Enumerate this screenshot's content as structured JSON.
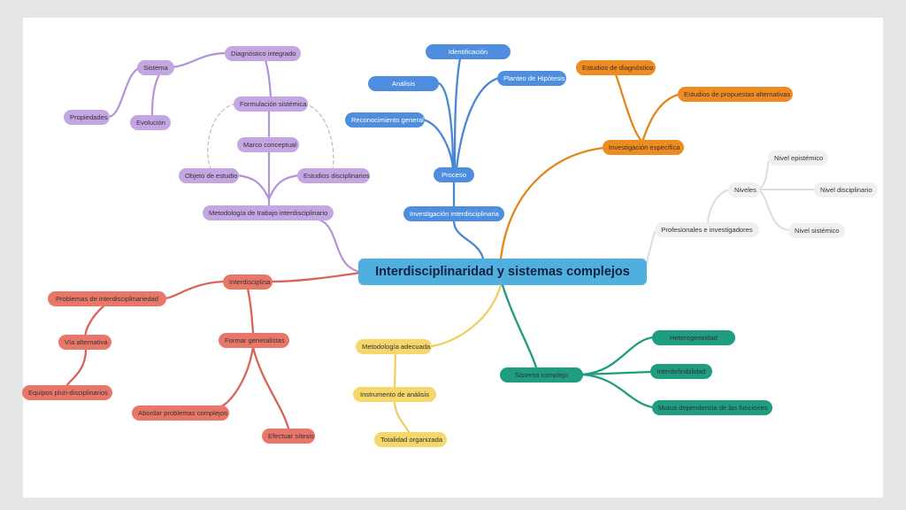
{
  "colors": {
    "purple": "#c4a6e2",
    "purple_line": "#b392d6",
    "blue": "#4f8ede",
    "blue_line": "#4a86d6",
    "orange": "#ee8b21",
    "orange_line": "#e2861c",
    "grey": "#f0f0f0",
    "grey_line": "#dddddd",
    "red": "#e8776a",
    "red_line": "#d9635a",
    "yellow": "#f5d76b",
    "yellow_line": "#efd063",
    "teal": "#1f9d80",
    "teal_line": "#209b7f",
    "central": "#4fb0df"
  },
  "map": {
    "central": "Interdisciplinaridad y sistemas complejos",
    "purple": {
      "sistema": "Sistema",
      "diagnostico": "Diagnóstico integrado",
      "propiedades": "Propiedades",
      "evolucion": "Evolución",
      "formulacion": "Formulación sistémica",
      "marco": "Marco conceptual",
      "objeto": "Objeto de estudio",
      "estudios": "Estudios disciplinarios",
      "metodologia": "Metodología de trabajo interdisciplinario"
    },
    "blue": {
      "identificacion": "Identificación",
      "analisis": "Análisis",
      "planteo": "Planteo de Hipótesis",
      "reconocimiento": "Reconocimiento general",
      "proceso": "Proceso",
      "investigacion": "Investigación interdisciplinaria"
    },
    "orange": {
      "diagnostico": "Estudios de diagnóstico",
      "propuestas": "Estudios de propuestas alternativas",
      "especifica": "Investigación específica"
    },
    "grey": {
      "epistemico": "Nivel epistémico",
      "niveles": "Niveles",
      "disciplinario": "Nivel disciplinario",
      "profesionales": "Profesionales e investigadores",
      "sistemico": "Nivel sistémico"
    },
    "red": {
      "interdisciplina": "Interdisciplina",
      "problemas": "Problemas de interdisciplinariedad",
      "via": "Vía alternativa",
      "equipos": "Equipos pluri-disciplinarios",
      "formar": "Formar generalistas",
      "abordar": "Abordar problemas complejos",
      "sintesis": "Efectuar sítesis"
    },
    "yellow": {
      "metodologia": "Metodología adecuada",
      "instrumento": "Instrumento de análisis",
      "totalidad": "Totalidad organizada"
    },
    "teal": {
      "sistema": "Sistema complejo",
      "heterogeneidad": "Heterogeneidad",
      "interdefinibilidad": "Interdefinibilidad",
      "dependencia": "Mutua dependencia de las funciones"
    }
  }
}
